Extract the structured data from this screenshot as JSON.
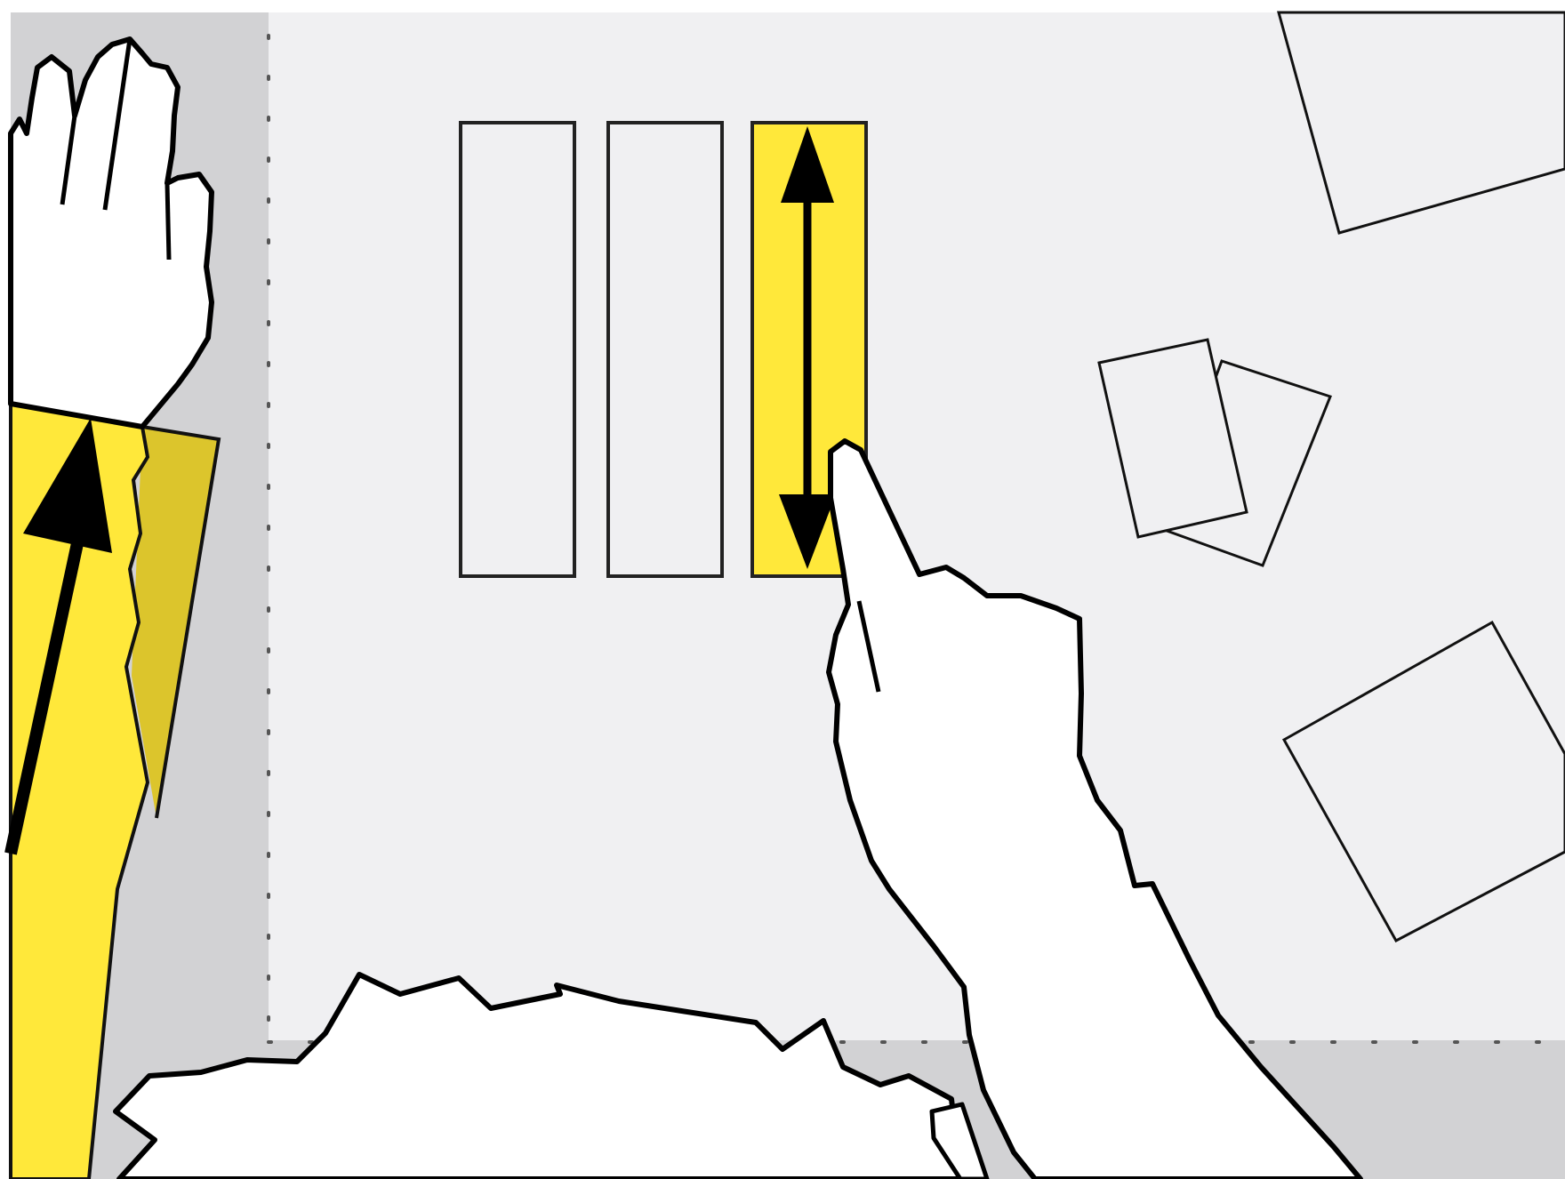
{
  "scene": {
    "colors": {
      "page": "#ffffff",
      "table_surface": "#f0f0f2",
      "edge_zone": "#d2d2d4",
      "highlight": "#ffe83a",
      "highlight_shade": "#dcc52c",
      "outline": "#000000",
      "hand_fill": "#ffffff"
    },
    "elements": {
      "left_hand": "hand-icon",
      "right_hand": "pointing-hand-icon",
      "head": "head-silhouette",
      "drag_arrow": "up-arrow-icon",
      "resize_arrow": "double-headed-arrow-icon",
      "strip_count": 3,
      "highlighted_strip": 3,
      "loose_cards": 4
    }
  }
}
